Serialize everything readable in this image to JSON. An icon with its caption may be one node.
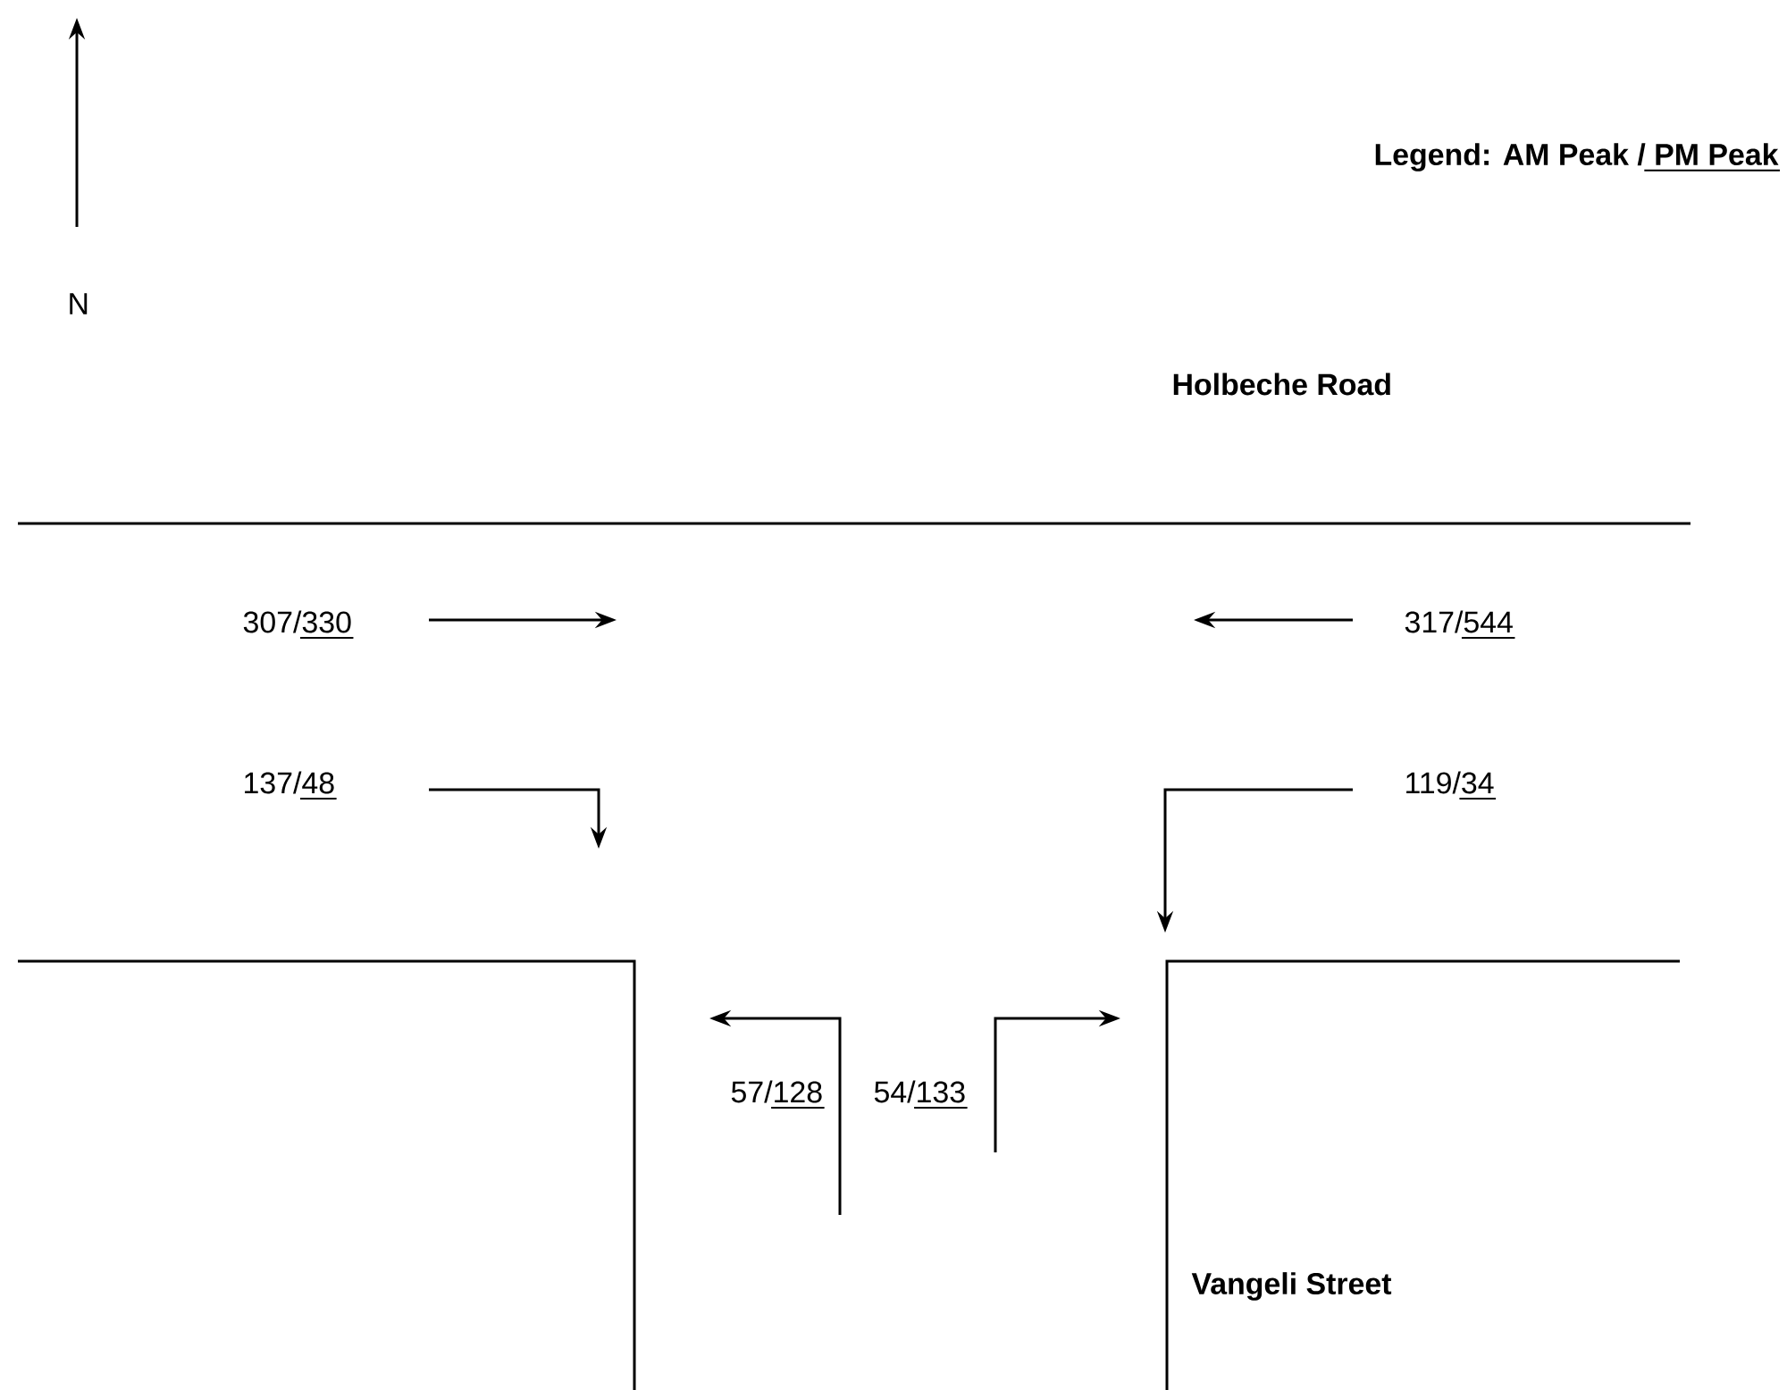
{
  "diagram": {
    "labels": [
      "Legend: AM Peak / PM Peak",
      "N",
      "Holbeche Road",
      "307/330",
      "317/544",
      "137/48",
      "119/34",
      "57/128",
      "54/133",
      "Vangeli Street"
    ]
  }
}
